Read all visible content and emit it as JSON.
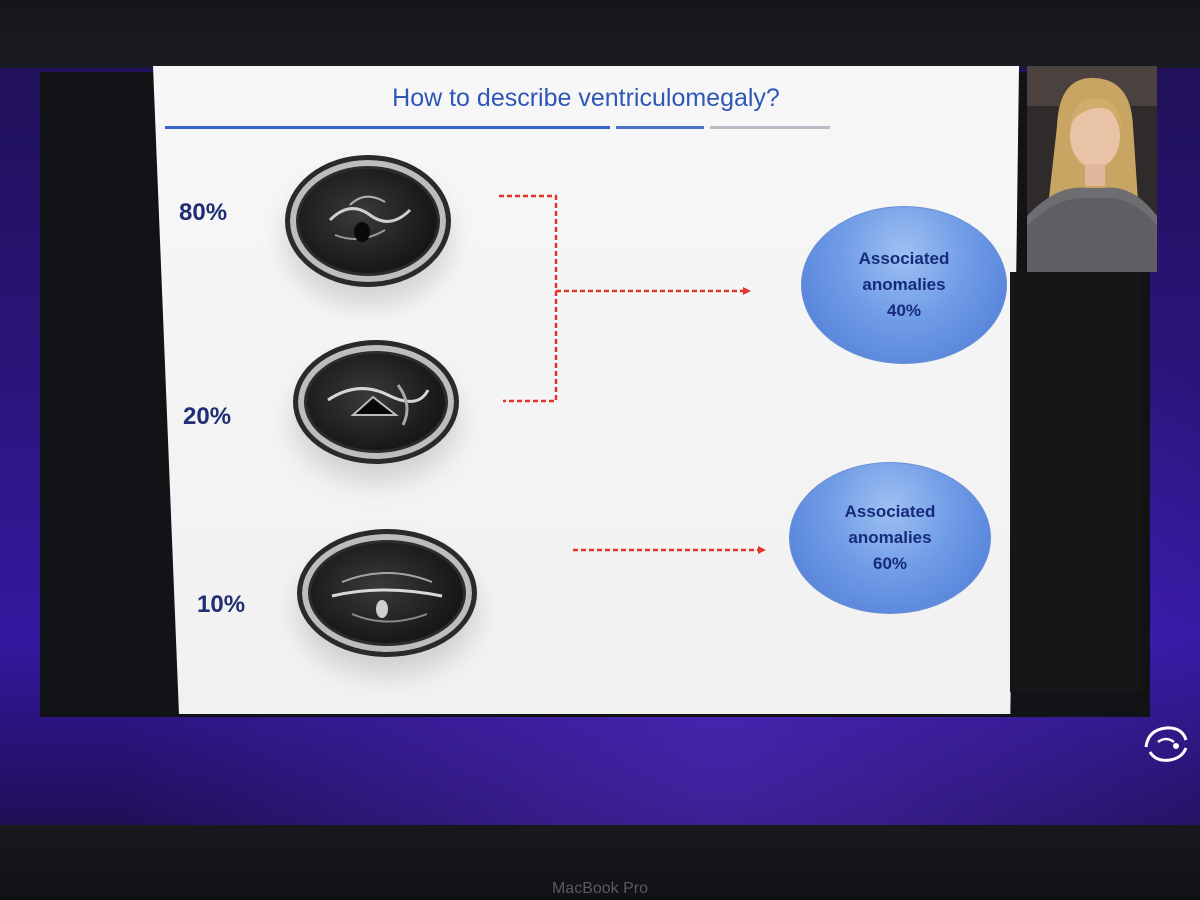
{
  "slide": {
    "title": "How to describe ventriculomegaly?",
    "rows": [
      {
        "percent": "80%"
      },
      {
        "percent": "20%"
      },
      {
        "percent": "10%"
      }
    ],
    "bubbles": [
      {
        "line1": "Associated",
        "line2": "anomalies",
        "line3": "40%"
      },
      {
        "line1": "Associated",
        "line2": "anomalies",
        "line3": "60%"
      }
    ],
    "colors": {
      "title": "#2f57b8",
      "percent_label": "#1f2e75",
      "bubble_fill": "#6f9be6",
      "arrow": "#e0342c"
    }
  },
  "presenter": {
    "webcam_icon": "presenter-video-icon"
  },
  "footer": {
    "logo_icon": "conference-logo-icon",
    "device_label": "MacBook Pro"
  }
}
